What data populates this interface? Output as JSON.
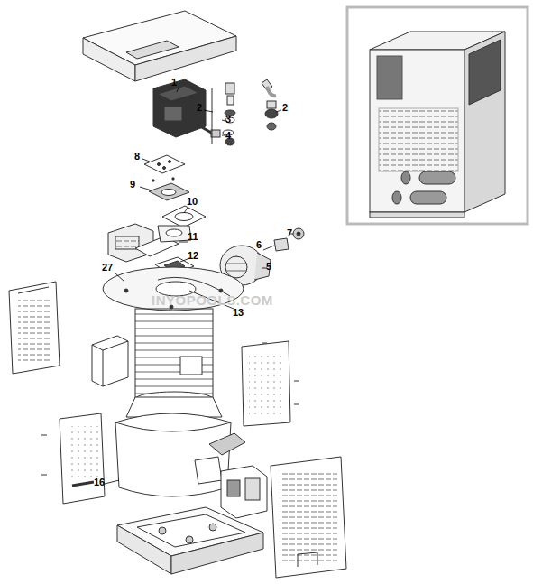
{
  "diagram": {
    "labels": [
      "1",
      "2",
      "2",
      "3",
      "4",
      "8",
      "7",
      "9",
      "10",
      "6",
      "11",
      "5",
      "12",
      "27",
      "13",
      "INYOPOOLS.COM",
      "16"
    ]
  }
}
